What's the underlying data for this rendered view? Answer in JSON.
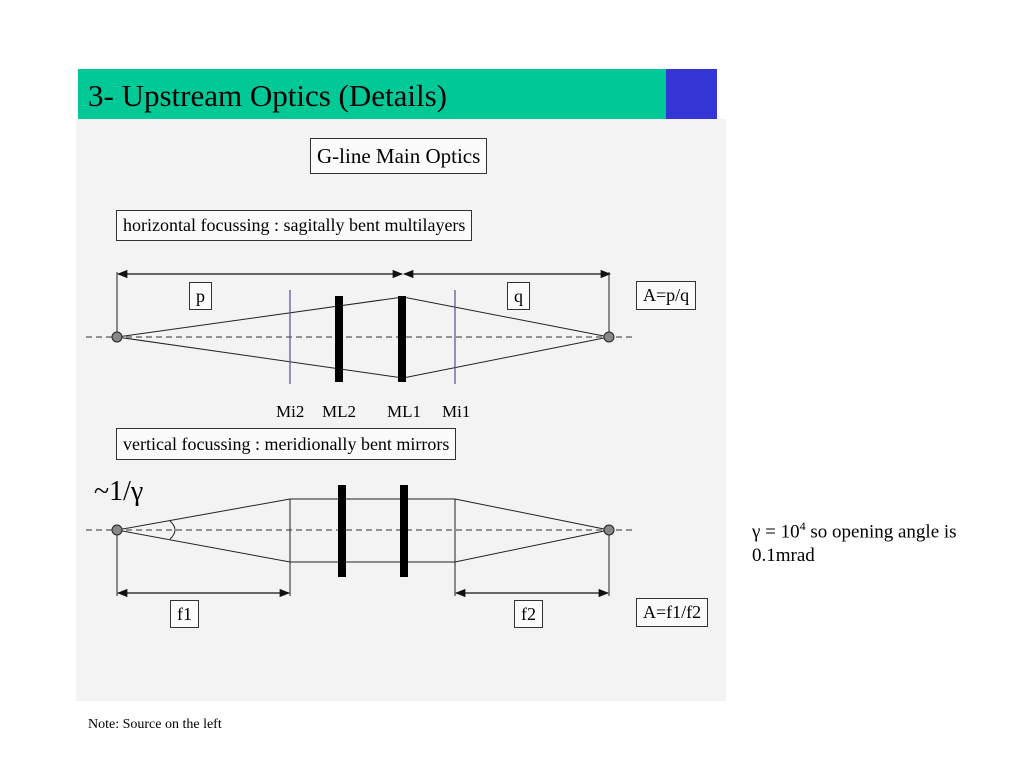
{
  "slide": {
    "title": "3- Upstream Optics (Details)",
    "colors": {
      "title_bar": "#00c896",
      "accent_square": "#3535d6"
    }
  },
  "diagram": {
    "main_title": "G-line Main Optics",
    "horizontal": {
      "heading": "horizontal focussing : sagitally bent multilayers",
      "label_p": "p",
      "label_q": "q",
      "formula": "A=p/q",
      "elements": [
        "Mi2",
        "ML2",
        "ML1",
        "Mi1"
      ]
    },
    "vertical": {
      "heading": "vertical focussing : meridionally bent mirrors",
      "angle_label": "~1/γ",
      "label_f1": "f1",
      "label_f2": "f2",
      "formula": "A=f1/f2"
    }
  },
  "note": {
    "gamma_base": "γ = 10",
    "gamma_exp": "4",
    "gamma_rest": " so opening angle is 0.1mrad"
  },
  "footnote": "Note: Source on the left"
}
